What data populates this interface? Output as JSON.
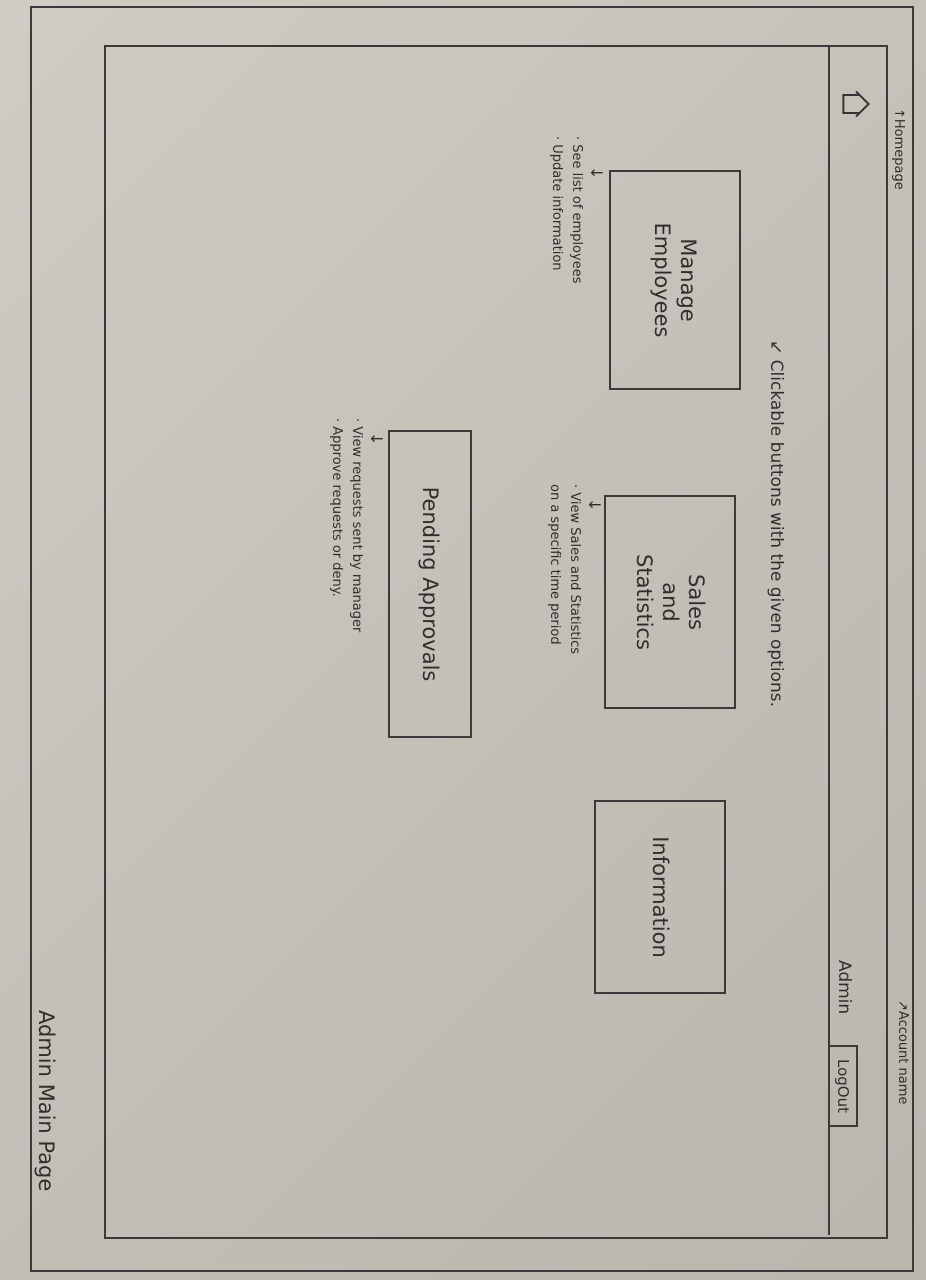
{
  "header": {
    "homepage_label": "Homepage",
    "account_label": "Account name",
    "account_name": "Admin",
    "logout_label": "LogOut"
  },
  "annotation": {
    "clickable_note": "Clickable buttons with the given options."
  },
  "buttons": [
    {
      "label": "Manage\nEmployees",
      "notes": [
        "See list of employees",
        "Update information"
      ]
    },
    {
      "label": "Sales\nand\nStatistics",
      "notes": [
        "View Sales and Statistics",
        "on a specific time period"
      ]
    },
    {
      "label": "Pending Approvals",
      "notes": [
        "View requests sent by manager",
        "Approve requests or deny."
      ]
    },
    {
      "label": "Information",
      "notes": []
    }
  ],
  "page_caption": "Admin Main Page"
}
